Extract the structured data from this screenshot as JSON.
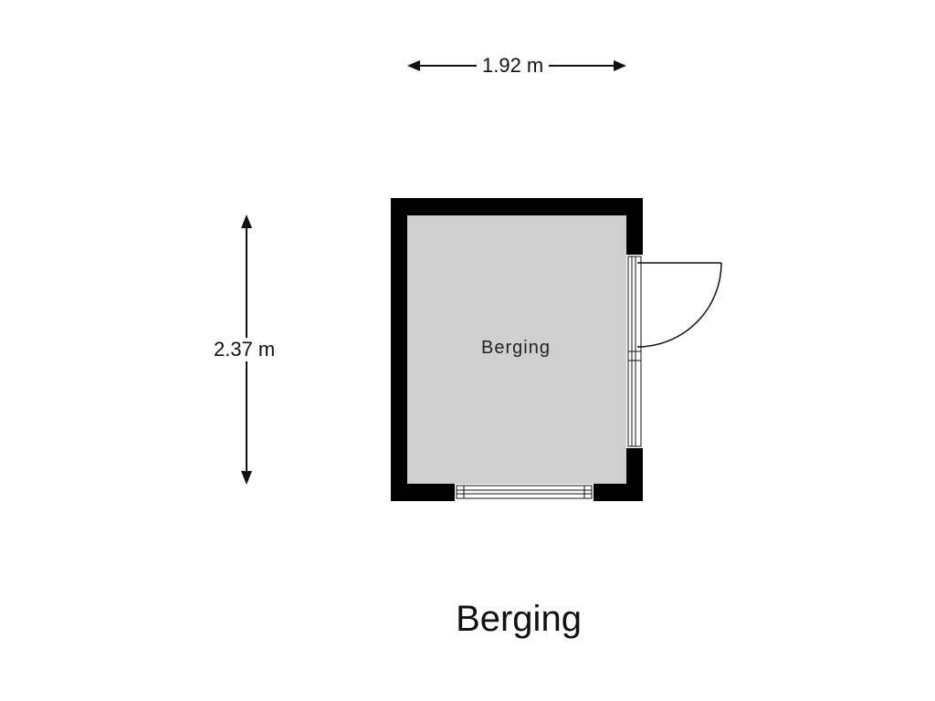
{
  "floorplan": {
    "title": "Berging",
    "room": {
      "name": "Berging",
      "fill": "#cfcfcf"
    },
    "dimensions": {
      "width": "1.92 m",
      "height": "2.37 m"
    },
    "colors": {
      "wall": "#000000",
      "floor": "#cfcfcf",
      "line": "#111111"
    }
  }
}
